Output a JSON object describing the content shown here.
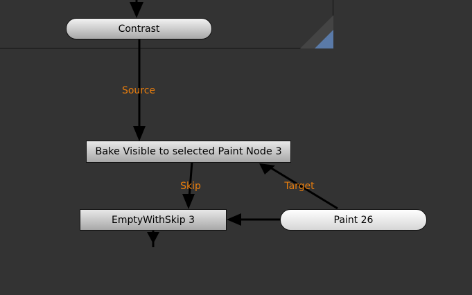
{
  "nodes": {
    "contrast": "Contrast",
    "bake": "Bake Visible to selected Paint Node 3",
    "empty": "EmptyWithSkip 3",
    "paint": "Paint 26"
  },
  "edge_labels": {
    "source": "Source",
    "skip": "Skip",
    "target": "Target"
  },
  "colors": {
    "background": "#333333",
    "label": "#e87d0d",
    "backdrop_corner": "#5a7aa8"
  }
}
